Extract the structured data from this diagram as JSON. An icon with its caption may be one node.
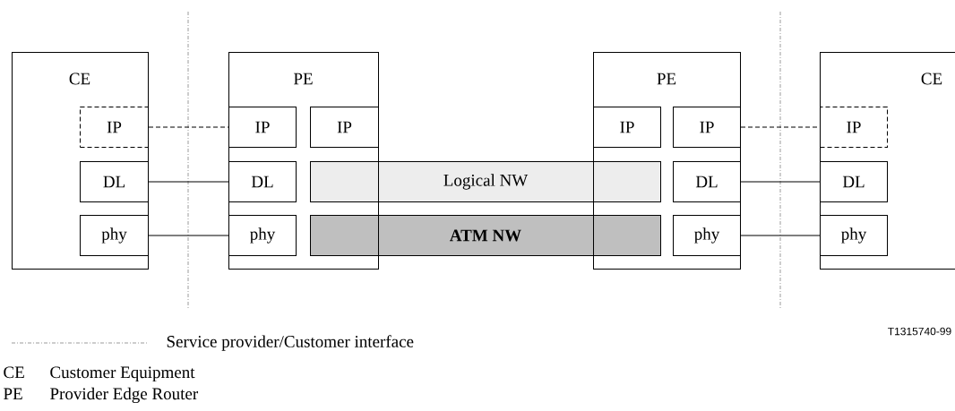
{
  "diagram": {
    "nodes": [
      {
        "text": [
          "CE"
        ]
      },
      {
        "text": [
          "IP"
        ],
        "in": 0
      },
      {
        "text": [
          "DL"
        ],
        "in": 0
      },
      {
        "text": [
          "phy"
        ],
        "in": 0
      },
      {
        "text": [
          "PE"
        ]
      },
      {
        "text": [
          "IP"
        ],
        "in": 4
      },
      {
        "text": [
          "IP"
        ],
        "in": 4
      },
      {
        "text": [
          "DL"
        ],
        "in": 4
      },
      {
        "text": [
          "phy"
        ],
        "in": 4
      },
      {
        "text": [
          "Logical NW"
        ]
      },
      {
        "text": [
          "ATM NW"
        ]
      },
      {
        "text": [
          "PE"
        ]
      },
      {
        "text": [
          "IP"
        ],
        "in": 11
      },
      {
        "text": [
          "IP"
        ],
        "in": 11
      },
      {
        "text": [
          "DL"
        ],
        "in": 11
      },
      {
        "text": [
          "phy"
        ],
        "in": 11
      },
      {
        "text": [
          "CE"
        ]
      },
      {
        "text": [
          "IP"
        ],
        "in": 16
      },
      {
        "text": [
          "DL"
        ],
        "in": 16
      },
      {
        "text": [
          "phy"
        ],
        "in": 16
      }
    ],
    "edges": [
      {
        "from": 1,
        "to": 5,
        "arrow": "none",
        "style": "dashed"
      },
      {
        "from": 2,
        "to": 7,
        "arrow": "none"
      },
      {
        "from": 3,
        "to": 8,
        "arrow": "none"
      },
      {
        "from": 13,
        "to": 17,
        "arrow": "none",
        "style": "dashed"
      },
      {
        "from": 14,
        "to": 18,
        "arrow": "none"
      },
      {
        "from": 15,
        "to": 19,
        "arrow": "none"
      }
    ],
    "labels": [
      "T1315740-99",
      "CE",
      "Customer Equipment",
      "PE",
      "Provider Edge Router"
    ],
    "legend": [
      {
        "text": "Service provider/Customer interface"
      }
    ]
  }
}
